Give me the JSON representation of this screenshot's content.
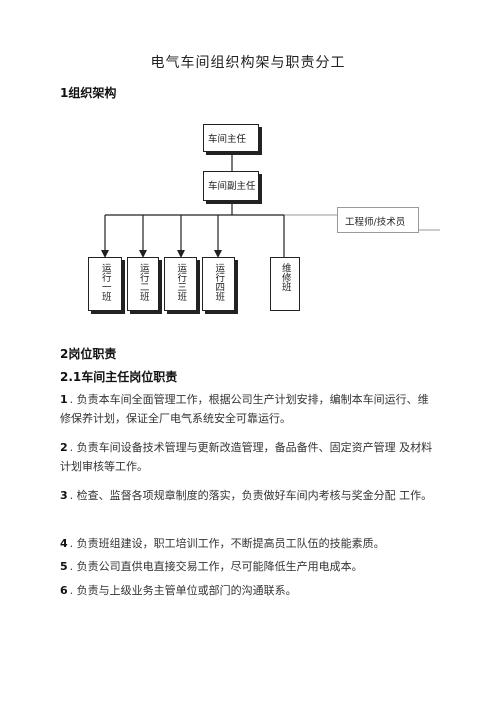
{
  "document": {
    "title": "电气车间组织构架与职责分工",
    "section1": "1组织架构",
    "section2": "2岗位职责",
    "subsection21": "2.1车间主任岗位职责"
  },
  "org_chart": {
    "director": "车间主任",
    "deputy": "车间副主任",
    "engineer": "工程师/技术员",
    "shifts": [
      "运行一班",
      "运行二班",
      "运行三班",
      "运行四班"
    ],
    "maintenance": "维修班"
  },
  "duties": [
    {
      "num": "1",
      "text": ". 负责本车间全面管理工作，根据公司生产计划安排，编制本车间运行、维修保养计划，保证全厂电气系统安全可靠运行。"
    },
    {
      "num": "2",
      "text": ". 负责车间设备技术管理与更新改造管理，备品备件、固定资产管理  及材料计划审核等工作。"
    },
    {
      "num": "3",
      "text": ". 检查、监督各项规章制度的落实，负责做好车间内考核与奖金分配  工作。"
    },
    {
      "num": "4",
      "text": ". 负责班组建设，职工培训工作，不断提高员工队伍的技能素质。"
    },
    {
      "num": "5",
      "text": ". 负责公司直供电直接交易工作，尽可能降低生产用电成本。"
    },
    {
      "num": "6",
      "text": ". 负责与上级业务主管单位或部门的沟通联系。"
    }
  ]
}
